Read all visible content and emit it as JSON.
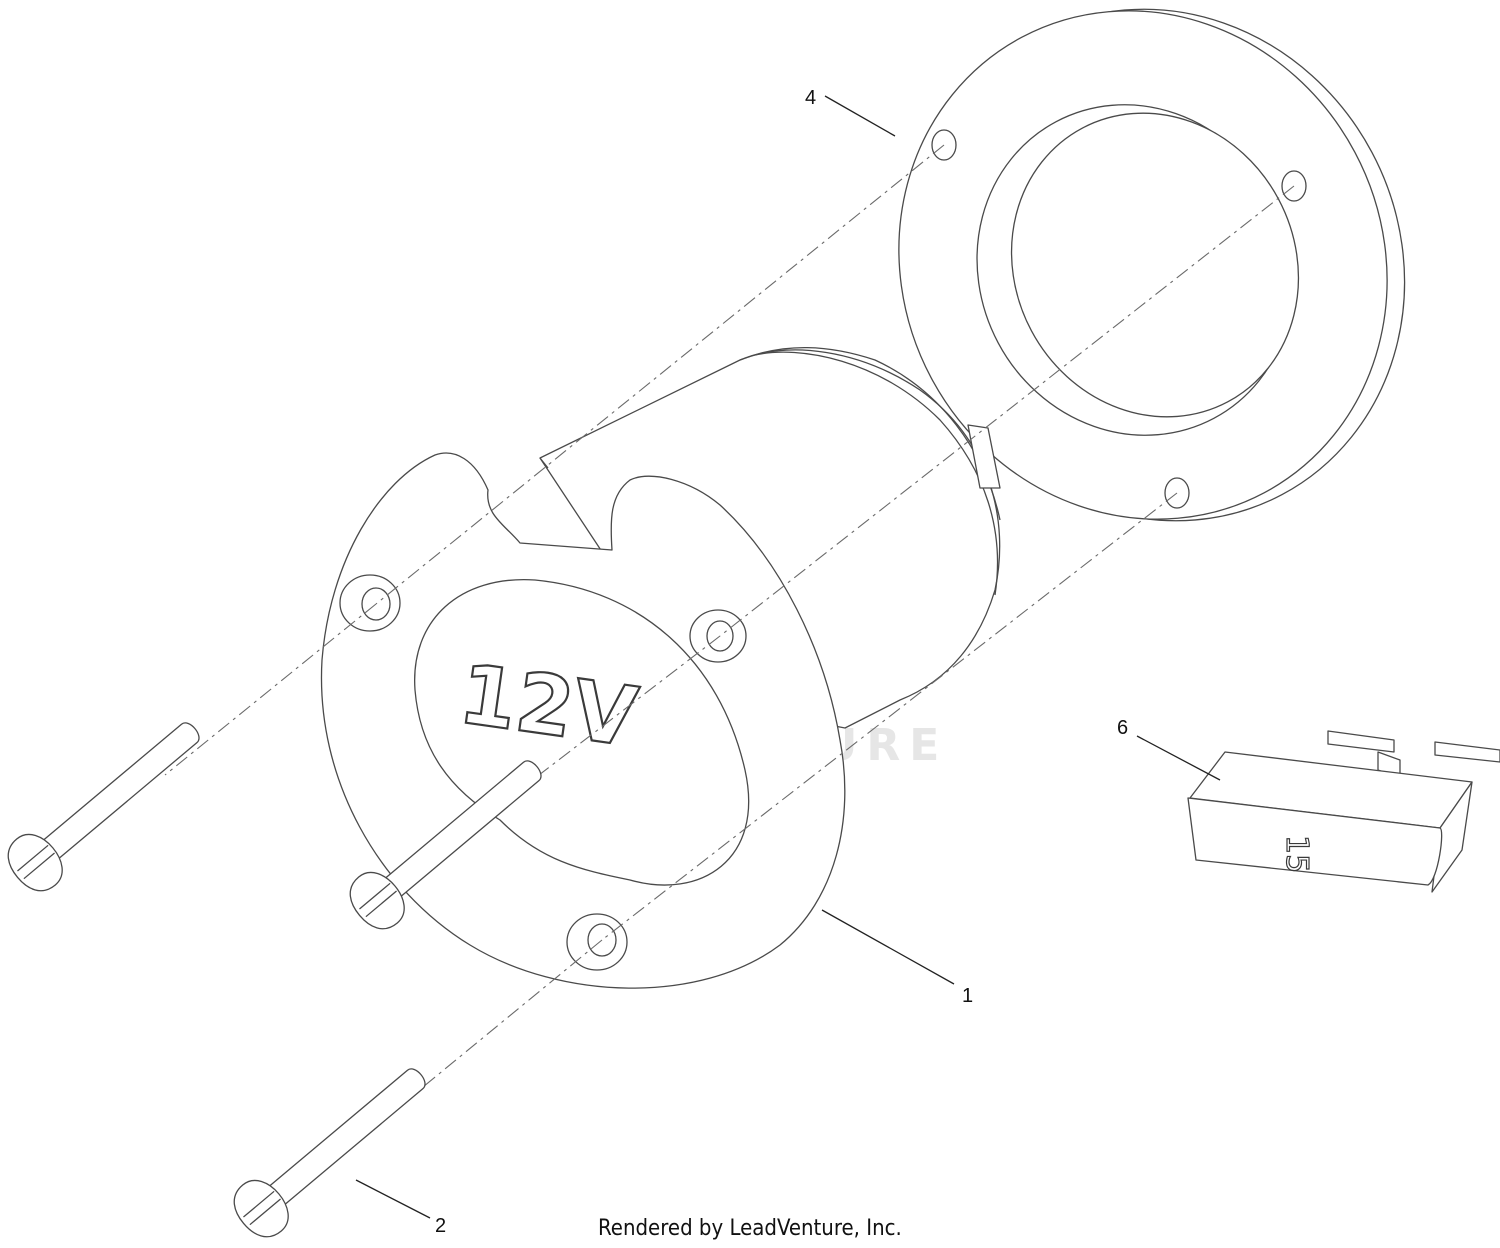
{
  "callouts": {
    "c1": "1",
    "c2": "2",
    "c4": "4",
    "c6": "6"
  },
  "socket_marking": "12V",
  "fuse_marking": "15",
  "watermark": "LEADVENTURE",
  "footer": "Rendered by LeadVenture, Inc.",
  "colors": {
    "line": "#4a4a4a",
    "watermark": "#e6e6e6",
    "background": "#ffffff"
  }
}
